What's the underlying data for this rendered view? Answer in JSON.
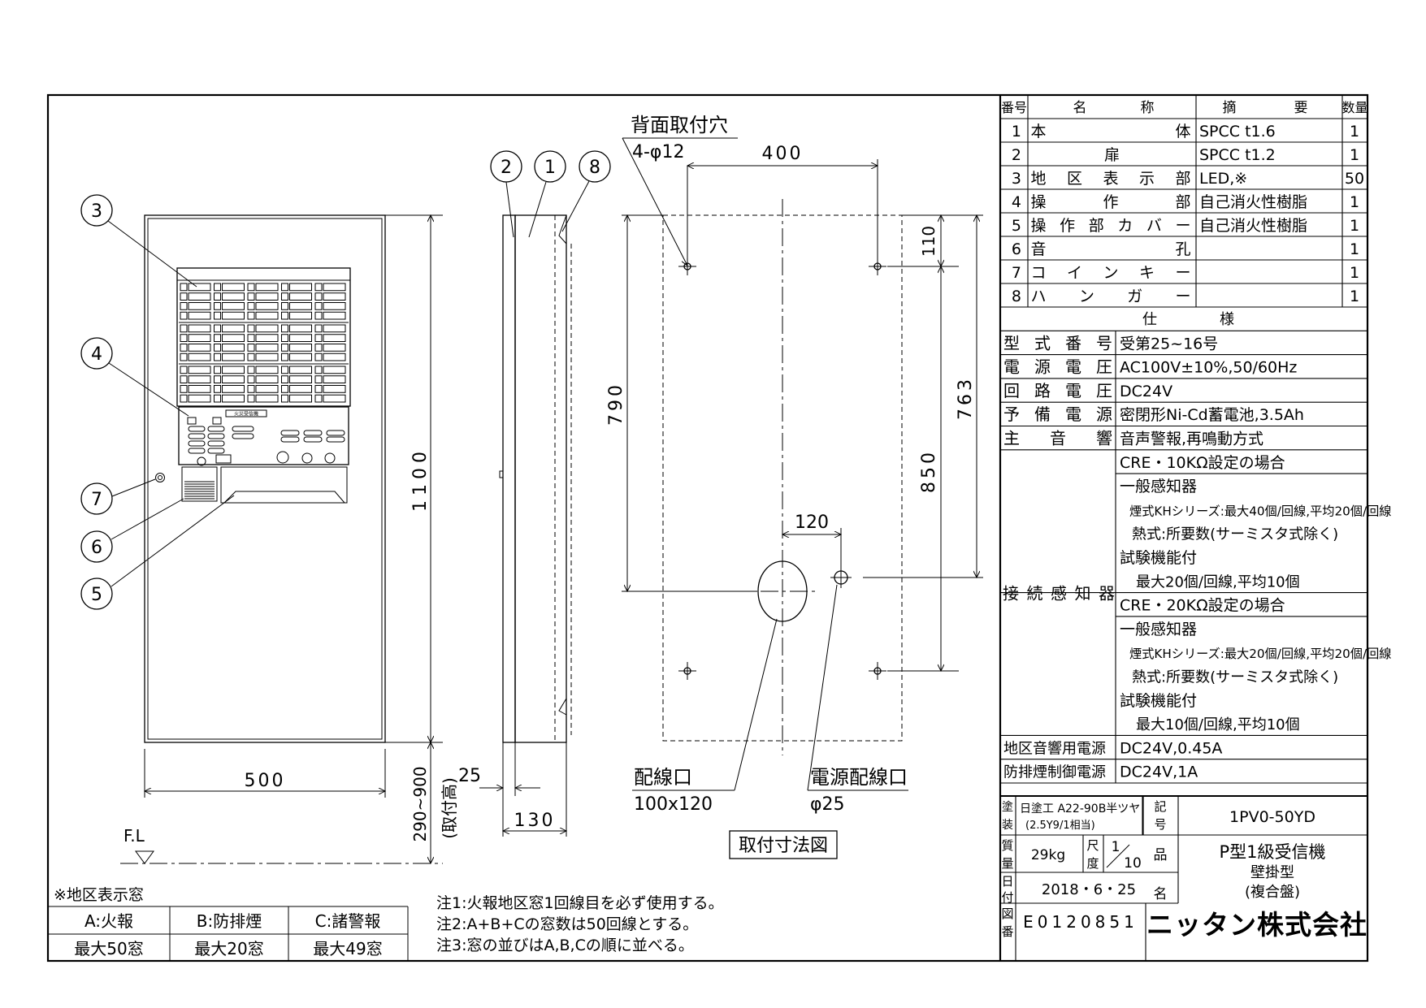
{
  "drawing_title": "取付寸法図",
  "callouts": [
    "1",
    "2",
    "3",
    "4",
    "5",
    "6",
    "7",
    "8"
  ],
  "front_view": {
    "width_dim": "500",
    "height_dim": "1100",
    "mount_height": "290~900",
    "mount_height_label": "(取付高)",
    "floor_label": "F.L"
  },
  "side_view": {
    "depth_dim": "130",
    "offset_dim": "25"
  },
  "rear_view": {
    "holes_label": "背面取付穴",
    "holes_spec": "4-φ12",
    "dim_400": "400",
    "dim_110": "110",
    "dim_790": "790",
    "dim_763": "763",
    "dim_850": "850",
    "dim_120": "120",
    "wiring_label": "配線口",
    "wiring_size": "100x120",
    "power_label": "電源配線口",
    "power_size": "φ25"
  },
  "panel_labels": {
    "plate": "火災受信機"
  },
  "zone_window": {
    "title": "※地区表示窓",
    "headers": [
      "A:火報",
      "B:防排煙",
      "C:諸警報"
    ],
    "values": [
      "最大50窓",
      "最大20窓",
      "最大49窓"
    ]
  },
  "notes": [
    "注1:火報地区窓1回線目を必ず使用する。",
    "注2:A+B+Cの窓数は50回線とする。",
    "注3:窓の並びはA,B,Cの順に並べる。"
  ],
  "parts_table": {
    "headers": [
      "番号",
      "名",
      "称",
      "摘",
      "要",
      "数量"
    ],
    "rows": [
      {
        "no": "1",
        "name": [
          "本",
          "体"
        ],
        "spec": "SPCC t1.6",
        "qty": "1"
      },
      {
        "no": "2",
        "name": [
          "扉"
        ],
        "spec": "SPCC t1.2",
        "qty": "1"
      },
      {
        "no": "3",
        "name": [
          "地",
          "区",
          "表",
          "示",
          "部"
        ],
        "spec": "LED,※",
        "qty": "50"
      },
      {
        "no": "4",
        "name": [
          "操",
          "作",
          "部"
        ],
        "spec": "自己消火性樹脂",
        "qty": "1"
      },
      {
        "no": "5",
        "name": [
          "操",
          "作",
          "部",
          "カ",
          "バ",
          "ー"
        ],
        "spec": "自己消火性樹脂",
        "qty": "1"
      },
      {
        "no": "6",
        "name": [
          "音",
          "孔"
        ],
        "spec": "",
        "qty": "1"
      },
      {
        "no": "7",
        "name": [
          "コ",
          "イ",
          "ン",
          "キ",
          "ー"
        ],
        "spec": "",
        "qty": "1"
      },
      {
        "no": "8",
        "name": [
          "ハ",
          "ン",
          "ガ",
          "ー"
        ],
        "spec": "",
        "qty": "1"
      }
    ]
  },
  "spec_table": {
    "title": [
      "仕",
      "様"
    ],
    "rows": [
      {
        "label": [
          "型",
          "式",
          "番",
          "号"
        ],
        "value": "受第25~16号"
      },
      {
        "label": [
          "電",
          "源",
          "電",
          "圧"
        ],
        "value": "AC100V±10%,50/60Hz"
      },
      {
        "label": [
          "回",
          "路",
          "電",
          "圧"
        ],
        "value": "DC24V"
      },
      {
        "label": [
          "予",
          "備",
          "電",
          "源"
        ],
        "value": "密閉形Ni-Cd蓄電池,3.5Ah"
      },
      {
        "label": [
          "主",
          "音",
          "響"
        ],
        "value": "音声警報,再鳴動方式"
      }
    ],
    "detector_label": [
      "接",
      "続",
      "感",
      "知",
      "器"
    ],
    "cre10": {
      "title": "CRE・10KΩ設定の場合",
      "general": "一般感知器",
      "smoke": "煙式KHシリーズ:最大40個/回線,平均20個/回線",
      "heat": "熱式:所要数(サーミスタ式除く)",
      "test": "試験機能付",
      "test_value": "最大20個/回線,平均10個"
    },
    "cre20": {
      "title": "CRE・20KΩ設定の場合",
      "general": "一般感知器",
      "smoke": "煙式KHシリーズ:最大20個/回線,平均20個/回線",
      "heat": "熱式:所要数(サーミスタ式除く)",
      "test": "試験機能付",
      "test_value": "最大10個/回線,平均10個"
    },
    "zone_power_label": "地区音響用電源",
    "zone_power_value": "DC24V,0.45A",
    "smoke_ctrl_label": "防排煙制御電源",
    "smoke_ctrl_value": "DC24V,1A"
  },
  "title_block": {
    "paint_label": [
      "塗",
      "装"
    ],
    "paint_value": "日塗工 A22-90B半ツヤ",
    "paint_value2": "(2.5Y9/1相当)",
    "mark_label": [
      "記",
      "号"
    ],
    "model": "1PV0-50YD",
    "mass_label": [
      "質",
      "量"
    ],
    "mass": "29kg",
    "scale_label": [
      "尺",
      "度"
    ],
    "scale_num": "1",
    "scale_den": "10",
    "name_label": [
      "品",
      "名"
    ],
    "product": "P型1級受信機",
    "type": "壁掛型",
    "composite": "(複合盤)",
    "date_label": [
      "日",
      "付"
    ],
    "date": "2018・6・25",
    "drawing_no_label": [
      "図",
      "番"
    ],
    "drawing_no": "E0120851",
    "company": "ニッタン株式会社"
  }
}
